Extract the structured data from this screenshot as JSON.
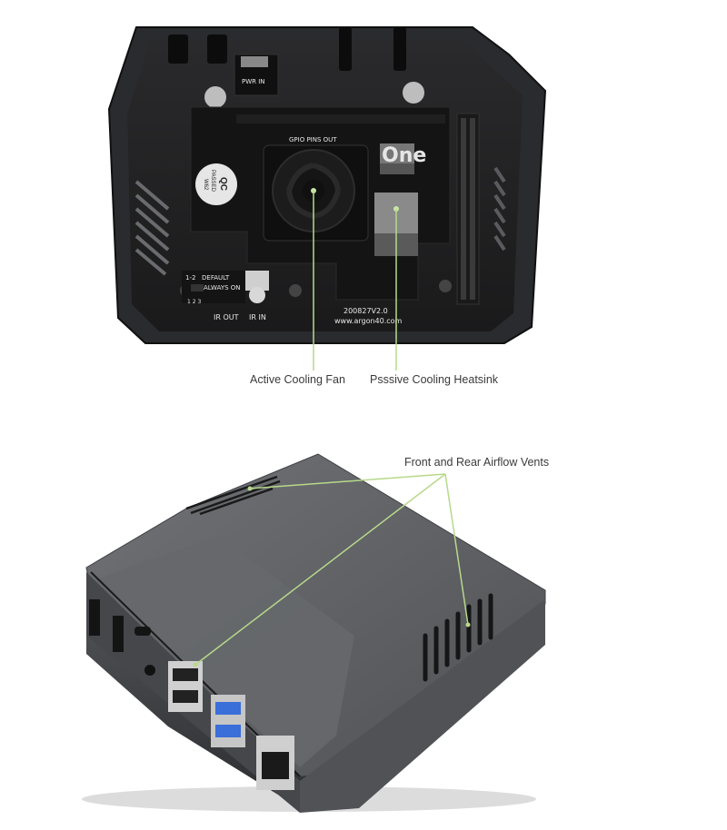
{
  "callouts": {
    "fan": "Active Cooling Fan",
    "heatsink": "Psssive Cooling Heatsink",
    "vents": "Front and Rear Airflow Vents"
  },
  "board": {
    "power_in": "PWR IN",
    "gpio": "GPIO PINS OUT",
    "qc": "QC",
    "passed": "PASSED",
    "qc_code": "W62",
    "jumper_range": "1-2",
    "jumper_default": "DEFAULT",
    "always_on": "ALWAYS ON",
    "pins": "1 2 3",
    "ir_out": "IR OUT",
    "ir_in": "IR IN",
    "version": "200827V2.0",
    "url": "www.argon40.com",
    "model_mark": "One"
  },
  "colors": {
    "leader_line": "#b7d98a",
    "case_body": "#5d5f63",
    "case_dark": "#1e1f21",
    "pcb": "#151515"
  }
}
